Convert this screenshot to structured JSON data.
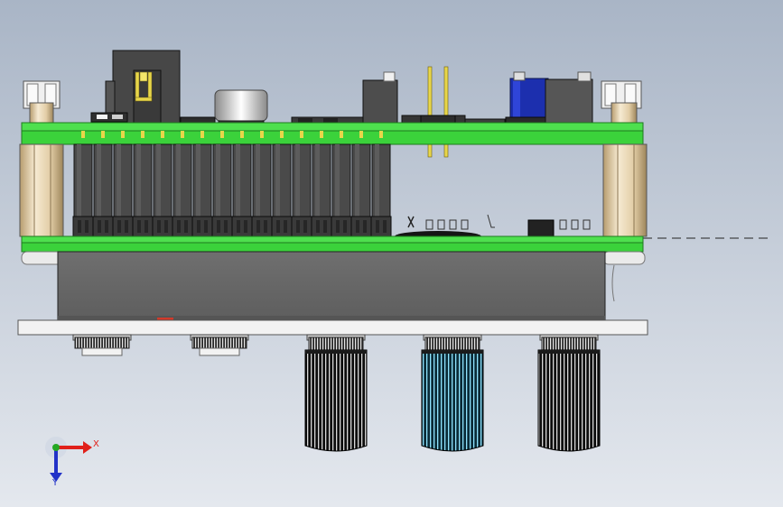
{
  "view": {
    "background_top": "#a9b5c6",
    "background_bottom": "#e4e8ee"
  },
  "colors": {
    "pcb_green": "#3bd23b",
    "pcb_edge": "#1f7a1f",
    "header_dark": "#3e3e3e",
    "header_mid": "#5a5a5a",
    "gold_pin": "#e8d64a",
    "standoff_tan": "#ead9b8",
    "panel_white": "#f2f2f2",
    "chassis_gray": "#6d6d6d",
    "pot_blue": "#1c2fae",
    "knob_black": "#111111",
    "knob_cyan": "#7fd6f0",
    "axis_x": "#e0201a",
    "axis_y": "#2232c8",
    "axis_z": "#24a824"
  },
  "triad": {
    "x_label": "X",
    "y_label": "Y",
    "x_icon": "axis-x-arrow-icon",
    "y_icon": "axis-y-arrow-icon",
    "origin_icon": "axis-origin-icon"
  },
  "parts": {
    "knobs": [
      {
        "name": "knob-1",
        "kind": "nut"
      },
      {
        "name": "knob-2",
        "kind": "nut"
      },
      {
        "name": "knob-3",
        "kind": "knurled"
      },
      {
        "name": "knob-4",
        "kind": "knurled-cyan"
      },
      {
        "name": "knob-5",
        "kind": "knurled"
      }
    ]
  }
}
